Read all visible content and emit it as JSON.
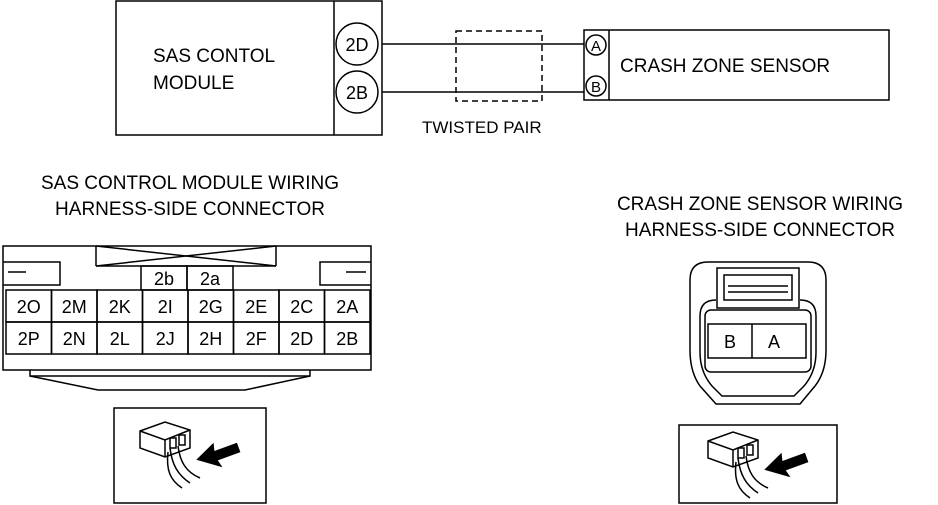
{
  "schematic": {
    "module_label_line1": "SAS CONTOL",
    "module_label_line2": "MODULE",
    "module_pin_top": "2D",
    "module_pin_bottom": "2B",
    "sensor_pin_top": "A",
    "sensor_pin_bottom": "B",
    "sensor_label": "CRASH ZONE SENSOR",
    "twisted_pair_label": "TWISTED PAIR"
  },
  "sas_connector": {
    "title_line1": "SAS CONTROL MODULE WIRING",
    "title_line2": "HARNESS-SIDE CONNECTOR",
    "top_pins": [
      "2b",
      "2a"
    ],
    "row1": [
      "2O",
      "2M",
      "2K",
      "2I",
      "2G",
      "2E",
      "2C",
      "2A"
    ],
    "row2": [
      "2P",
      "2N",
      "2L",
      "2J",
      "2H",
      "2F",
      "2D",
      "2B"
    ]
  },
  "crash_connector": {
    "title_line1": "CRASH ZONE SENSOR WIRING",
    "title_line2": "HARNESS-SIDE CONNECTOR",
    "pins": [
      "B",
      "A"
    ]
  },
  "icons": {
    "connector_view_icon": "harness-side-view-icon"
  }
}
